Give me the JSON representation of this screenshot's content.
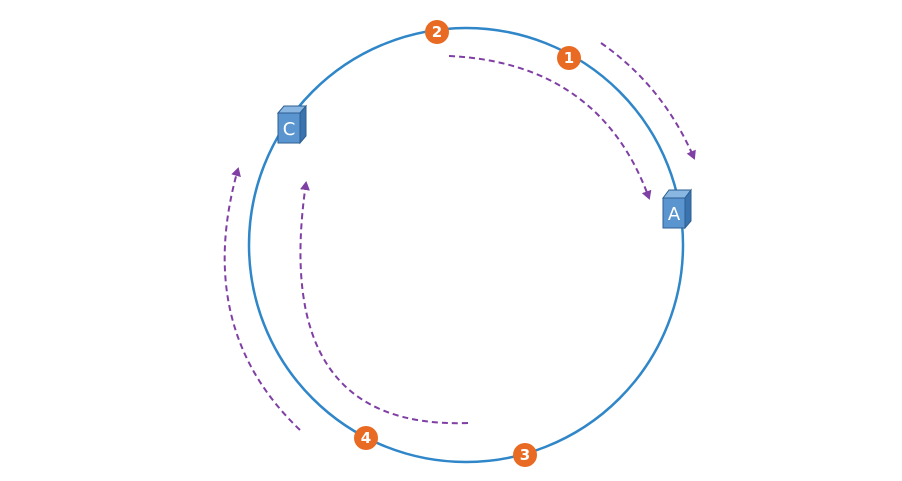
{
  "colors": {
    "ring": "#2f86c8",
    "node_front": "#5b95cf",
    "node_side": "#3a73ad",
    "node_top": "#8ab6e2",
    "node_border": "#2c5f93",
    "marker": "#e86a23",
    "arrow": "#7f3fa4",
    "label": "#ffffff"
  },
  "nodes": {
    "a": {
      "label": "A"
    },
    "c": {
      "label": "C"
    }
  },
  "markers": {
    "m1": {
      "label": "1"
    },
    "m2": {
      "label": "2"
    },
    "m3": {
      "label": "3"
    },
    "m4": {
      "label": "4"
    }
  },
  "arrows": [
    {
      "id": "outer-right",
      "style": "dashed",
      "direction": "clockwise"
    },
    {
      "id": "inner-right",
      "style": "dashed",
      "direction": "clockwise"
    },
    {
      "id": "outer-left",
      "style": "dashed",
      "direction": "clockwise"
    },
    {
      "id": "inner-left",
      "style": "dashed",
      "direction": "clockwise"
    }
  ]
}
